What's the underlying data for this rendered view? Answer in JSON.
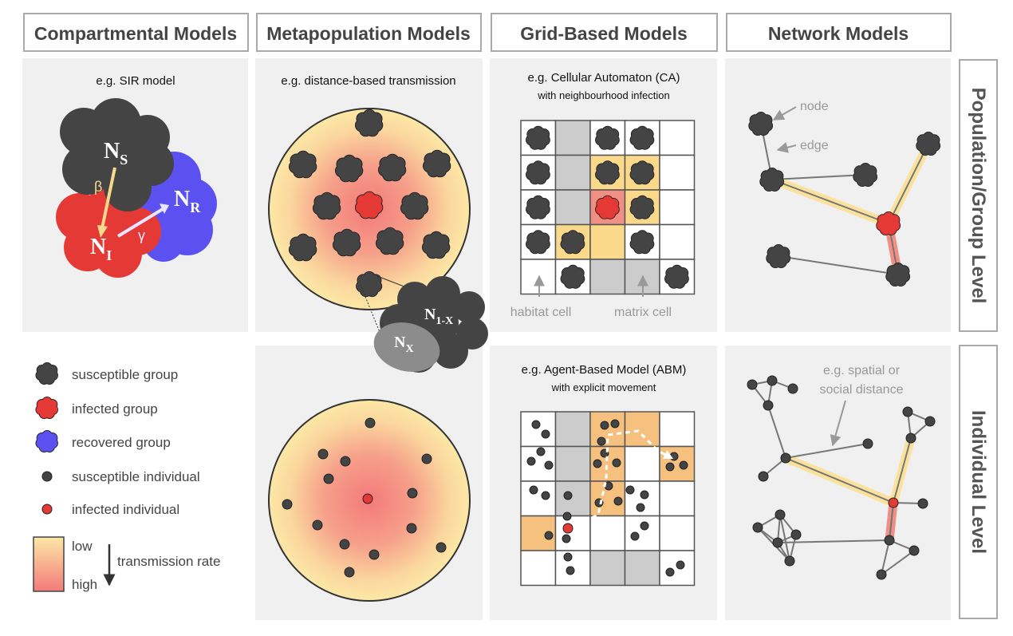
{
  "headers": {
    "compartmental": "Compartmental Models",
    "metapopulation": "Metapopulation Models",
    "grid": "Grid-Based Models",
    "network": "Network Models"
  },
  "row_labels": {
    "population": "Population/Group Level",
    "individual": "Individual Level"
  },
  "compartmental": {
    "caption": "e.g. SIR model",
    "ns": "N",
    "ns_sub": "S",
    "ni": "N",
    "ni_sub": "I",
    "nr": "N",
    "nr_sub": "R",
    "beta": "β",
    "gamma": "γ"
  },
  "metapopulation": {
    "caption": "e.g. distance-based transmission",
    "n1x": "N",
    "n1x_sub": "1-X",
    "nx": "N",
    "nx_sub": "X"
  },
  "grid_top": {
    "caption1": "e.g. Cellular Automaton (CA)",
    "caption2": "with neighbourhood infection",
    "habitat_label": "habitat cell",
    "matrix_label": "matrix cell"
  },
  "grid_bottom": {
    "caption1": "e.g. Agent-Based Model (ABM)",
    "caption2": "with explicit movement"
  },
  "network_top": {
    "node_label": "node",
    "edge_label": "edge"
  },
  "network_bottom": {
    "caption1": "e.g. spatial or",
    "caption2": "social distance"
  },
  "legend": {
    "susceptible_group": "susceptible group",
    "infected_group": "infected group",
    "recovered_group": "recovered group",
    "susceptible_individual": "susceptible individual",
    "infected_individual": "infected individual",
    "low": "low",
    "high": "high",
    "transmission_rate": "transmission rate"
  },
  "colors": {
    "dark": "#444444",
    "infected": "#e53935",
    "recovered": "#5b50f0",
    "panel": "#f0f0f0",
    "habitat_yellow": "#fbd98a",
    "habitat_orange": "#f6c07e",
    "matrix": "#cccccc",
    "gradient_low": "#fce8a6",
    "gradient_high": "#f47a7a"
  }
}
